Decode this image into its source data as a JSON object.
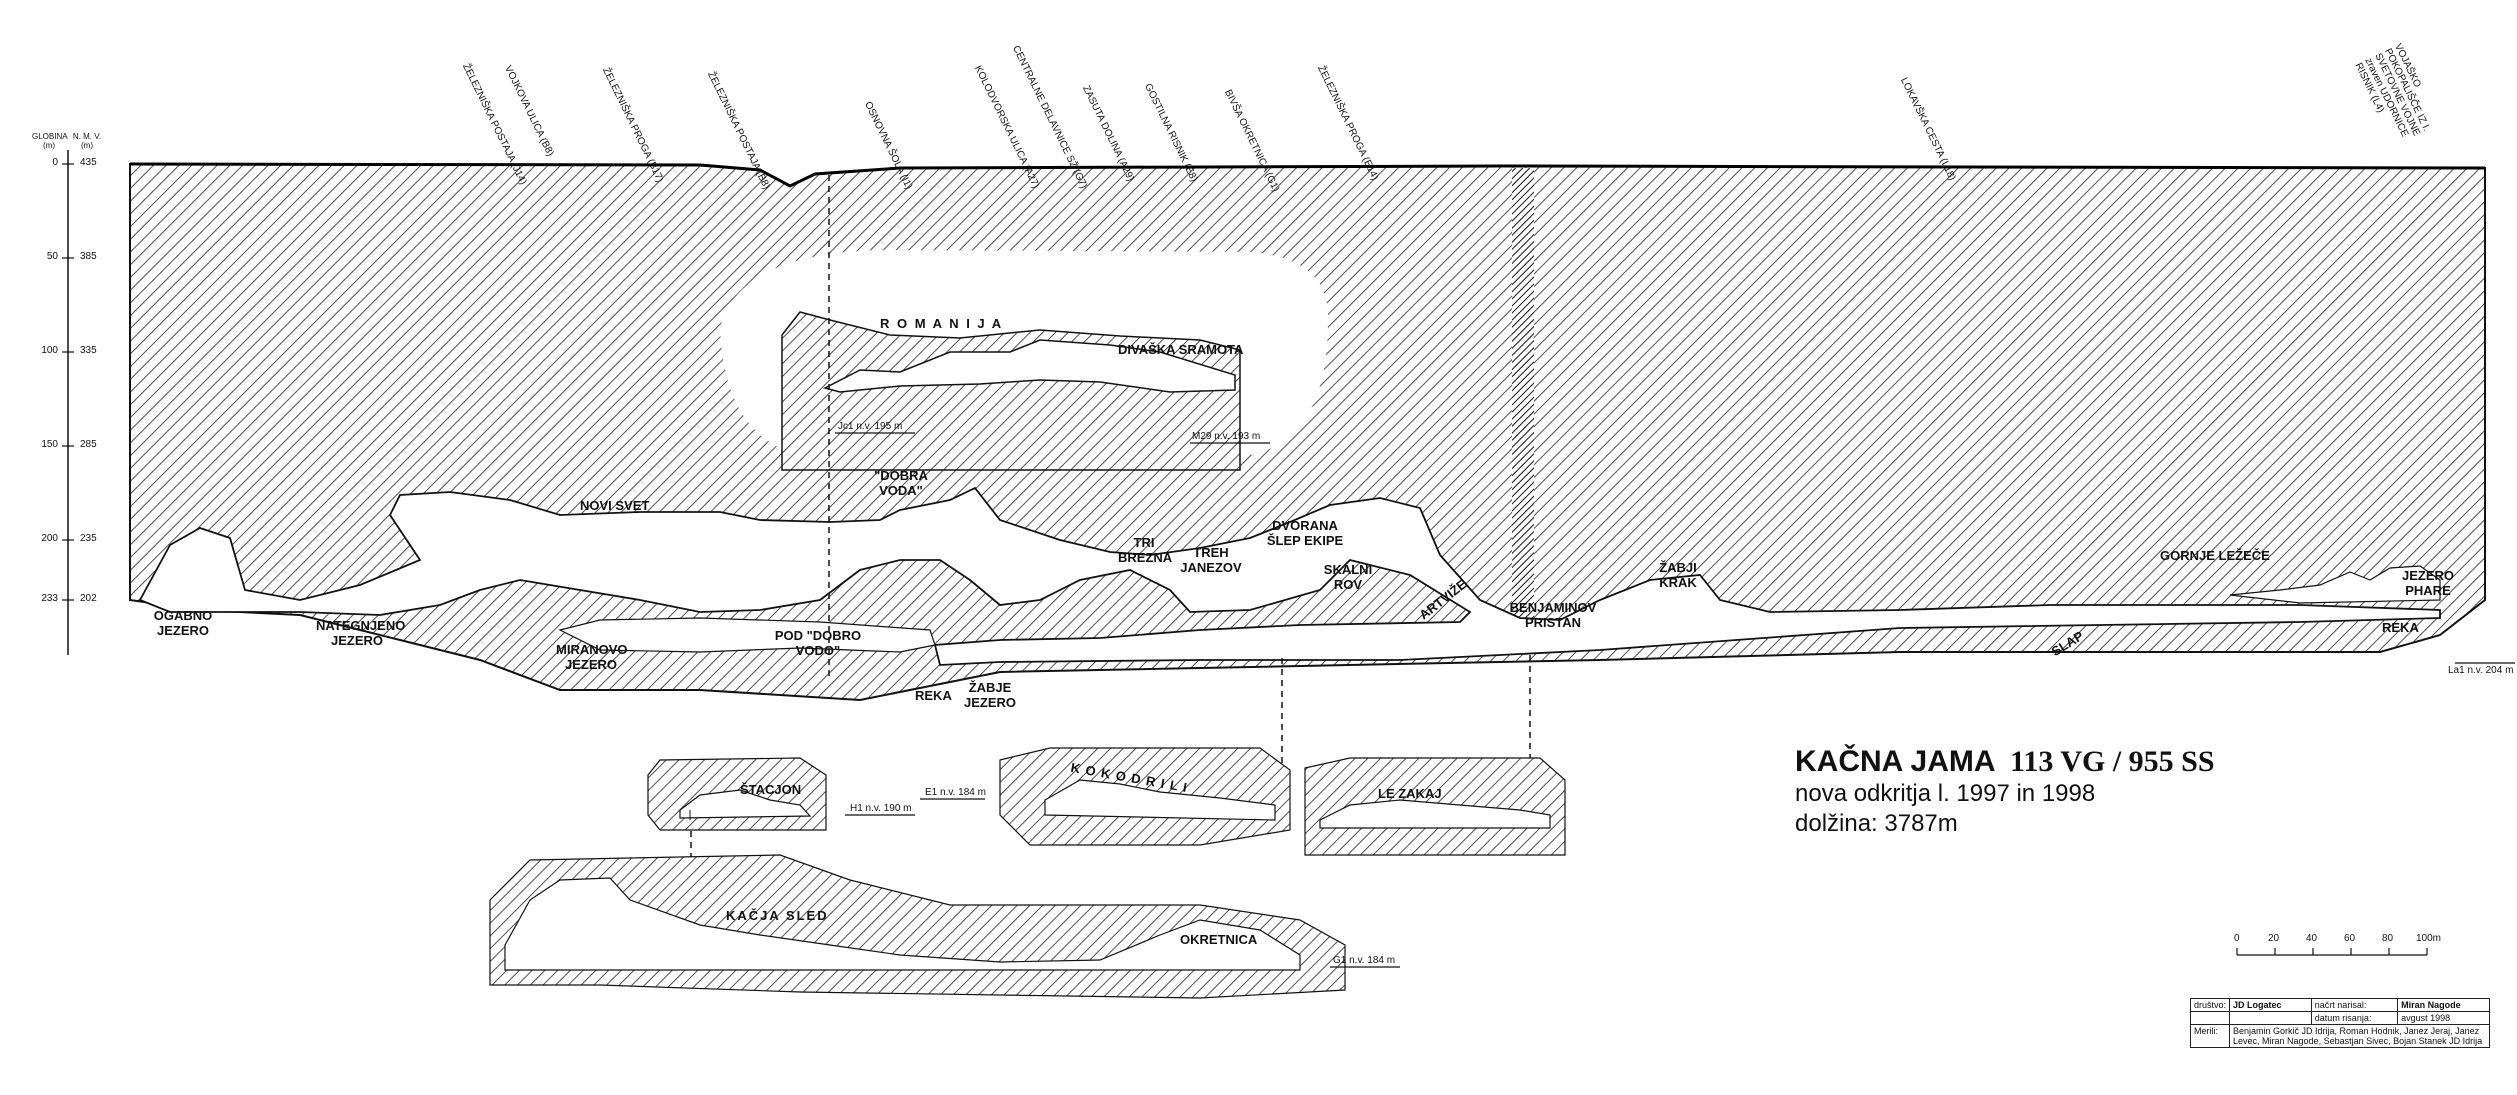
{
  "title": {
    "name": "KAČNA JAMA",
    "code": "113 VG / 955 SS",
    "line1": "nova odkritja l. 1997 in 1998",
    "line2": "dolžina: 3787m"
  },
  "depth_scale": {
    "header_left": "GLOBINA (m)",
    "header_right": "N. M. V. (m)",
    "rows": [
      {
        "depth": "0",
        "alt": "435"
      },
      {
        "depth": "50",
        "alt": "385"
      },
      {
        "depth": "100",
        "alt": "335"
      },
      {
        "depth": "150",
        "alt": "285"
      },
      {
        "depth": "200",
        "alt": "235"
      },
      {
        "depth": "233",
        "alt": "202"
      }
    ]
  },
  "surface_labels": [
    "ŽELEZNIŠKA POSTAJA (J14)",
    "VOJKOVA ULICA (B8)",
    "ŽELEZNIŠKA PROGA (B17)",
    "ŽELEZNIŠKA POSTAJA (B8)",
    "OSNOVNA ŠOLA (I1)",
    "KOLODVORSKA ULICA (A27)",
    "CENTRALNE DELAVNICE SŽ (G7)",
    "ZASUTA DOLINA (A29)",
    "GOSTILNA RISNIK (E8)",
    "BIVŠA OKRETNICA (G1)",
    "ŽELEZNIŠKA PROGA (E14)",
    "LOKAVŠKA CESTA (L18)",
    "VOJAŠKO POKOPALIŠČE IZ I. SVETOVNE VOJNE zraven UDORNICE RISNIK (L4)"
  ],
  "cave_labels": {
    "romanija": "R O M A N I J A",
    "divaska_sramota": "DIVAŠKA SRAMOTA",
    "novi_svet": "NOVI SVET",
    "dobra_voda": "\"DOBRA VODA\"",
    "tri_brezna": "TRI BREZNA",
    "treh_janezov": "TREH JANEZOV",
    "dvorana_slep_ekipe": "DVORANA ŠLEP EKIPE",
    "skalni_rov": "SKALNI ROV",
    "artvize": "ARTVIŽE",
    "benjaminov_pristan": "BENJAMINOV PRISTAN",
    "zabji_krak": "ŽABJI KRAK",
    "gornje_lezece": "GORNJE LEŽEČE",
    "jezero_phare": "JEZERO PHARE",
    "reka_right": "REKA",
    "slap": "SLAP",
    "ogabno_jezero": "OGABNO JEZERO",
    "nategnjeno_jezero": "NATEGNJENO JEZERO",
    "miranovo_jezero": "MIRANOVO JEZERO",
    "pod_dobro_vodo": "POD \"DOBRO VODO\"",
    "reka_left": "REKA",
    "zabje_jezero": "ŽABJE JEZERO",
    "stacjon": "ŠTACJON",
    "kokodrili": "K O K O D R I L I",
    "le_zakaj": "LE ZAKAJ",
    "kacja_sled": "KAČJA SLED",
    "okretnica": "OKRETNICA"
  },
  "datum_labels": {
    "jc1": "Jc1 n.v. 195 m",
    "m29": "M29 n.v. 193 m",
    "la1": "La1 n.v. 204 m",
    "e1": "E1 n.v. 184 m",
    "h1": "H1 n.v. 190 m",
    "g1": "G1 n.v. 184 m"
  },
  "scale_bar": {
    "ticks": [
      "0",
      "20",
      "40",
      "60",
      "80",
      "100m"
    ]
  },
  "info_table": {
    "drustvo_label": "društvo:",
    "drustvo_value": "JD Logatec",
    "narisal_label": "načrt narisal:",
    "narisal_value": "Miran Nagode",
    "datum_label": "datum risanja:",
    "datum_value": "avgust 1998",
    "merili_label": "Merili:",
    "merili_value": "Benjamin Gorkič JD Idrija, Roman Hodnik, Janez Jeraj, Janez Levec, Miran Nagode, Sebastjan Sivec, Bojan Stanek JD Idrija"
  }
}
